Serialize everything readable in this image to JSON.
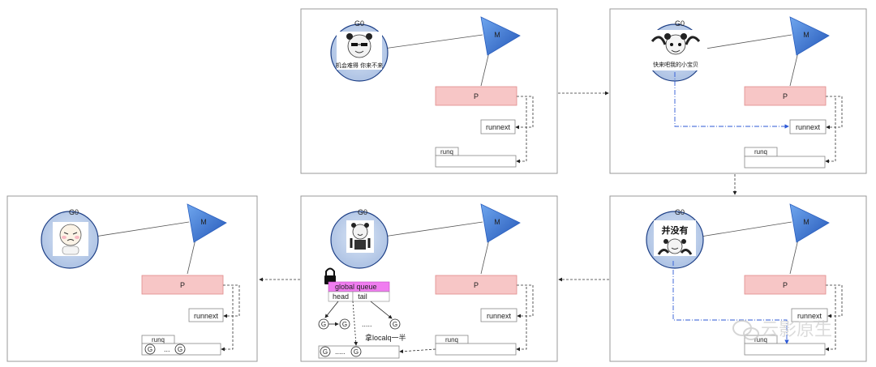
{
  "panels": [
    {
      "id": "p1",
      "g_label": "G0",
      "m_label": "M",
      "p_label": "P",
      "runnext_label": "runnext",
      "runq_label": "runq",
      "face_caption": "机会难得 你来不来"
    },
    {
      "id": "p2",
      "g_label": "G0",
      "m_label": "M",
      "p_label": "P",
      "runnext_label": "runnext",
      "runq_label": "runq",
      "face_caption": "快来吧我的小宝贝"
    },
    {
      "id": "p3",
      "g_label": "G0",
      "m_label": "M",
      "p_label": "P",
      "runnext_label": "runnext",
      "runq_label": "runq",
      "face_caption": "并没有"
    },
    {
      "id": "p4",
      "g_label": "G0",
      "m_label": "M",
      "p_label": "P",
      "runnext_label": "runnext",
      "runq_label": "runq",
      "global_queue_label": "global queue",
      "head_label": "head",
      "tail_label": "tail",
      "g_token": "G",
      "ellipsis": ".....",
      "take_label": "拿localq一半",
      "queue_ellipsis": "....."
    },
    {
      "id": "p5",
      "g_label": "G0",
      "m_label": "M",
      "p_label": "P",
      "runnext_label": "runnext",
      "runq_label": "runq",
      "g_token": "G",
      "queue_ellipsis": "..."
    }
  ],
  "watermark": {
    "text": "云影原生"
  },
  "colors": {
    "m_triangle": "#3a7bd5",
    "p_fill": "#f7c6c6",
    "p_stroke": "#e08a8a",
    "g_circle": "#b8cce8",
    "g_stroke": "#1d3f86",
    "global_queue": "#f07df0",
    "dashdot": "#2c58d6",
    "lock": "#111111"
  }
}
